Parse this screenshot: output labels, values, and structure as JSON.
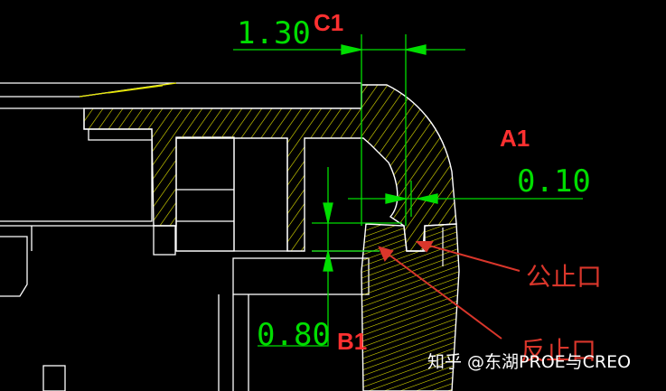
{
  "dimensions": {
    "c1": {
      "label": "C1",
      "value": "1.30"
    },
    "a1": {
      "label": "A1",
      "value": "0.10"
    },
    "b1": {
      "label": "B1",
      "value": "0.80"
    }
  },
  "annotations": {
    "male_lip": "公止口",
    "female_lip": "反止口"
  },
  "watermark": "知乎 @东湖PROE与CREO",
  "colors": {
    "background": "#000000",
    "outline": "#ffffff",
    "hatch": "#e6e600",
    "dimension": "#00dd00",
    "label_red": "#ff3030",
    "leader": "#d9362b"
  }
}
